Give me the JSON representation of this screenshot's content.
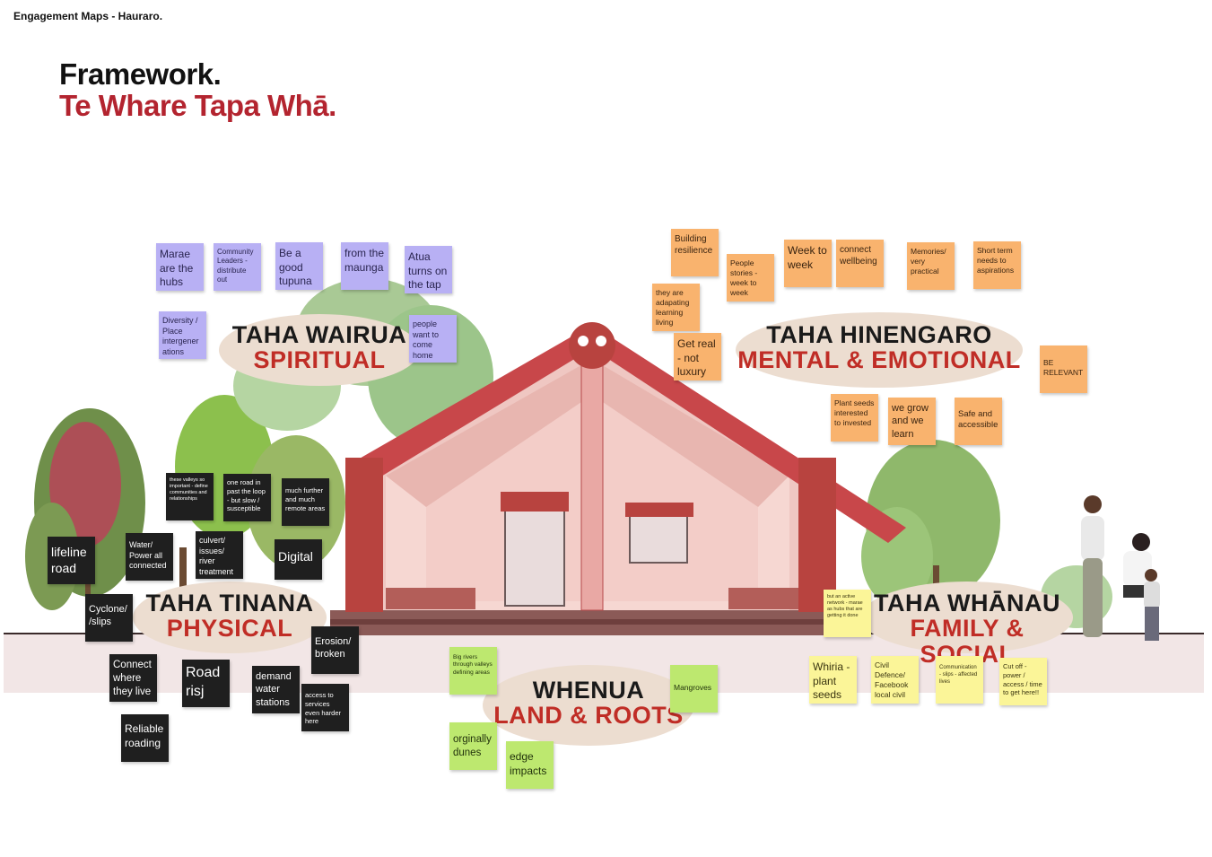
{
  "page": {
    "title": "Engagement Maps - Hauraro."
  },
  "framework": {
    "title": "Framework.",
    "subtitle": "Te Whare Tapa Whā."
  },
  "banners": {
    "wairua": {
      "en": "TAHA WAIRUA",
      "mi": "SPIRITUAL"
    },
    "hinengaro": {
      "en": "TAHA HINENGARO",
      "mi": "MENTAL & EMOTIONAL"
    },
    "tinana": {
      "en": "TAHA TINANA",
      "mi": "PHYSICAL"
    },
    "whanau": {
      "en": "TAHA WHĀNAU",
      "mi": "FAMILY & SOCIAL"
    },
    "whenua": {
      "en": "WHENUA",
      "mi": "LAND & ROOTS"
    }
  },
  "notes": {
    "purple": [
      "Marae are the hubs",
      "Community Leaders - distribute out",
      "Be a good tupuna",
      "from the maunga",
      "Atua turns on the tap",
      "Diversity / Place intergener ations",
      "people want to come home"
    ],
    "orange": [
      "Building resilience",
      "they are adapating learning living",
      "Get real - not luxury",
      "People stories - week to week",
      "Week to week",
      "connect wellbeing",
      "Memories/ very practical",
      "Short term needs to aspirations",
      "BE RELEVANT",
      "Plant seeds interested to invested",
      "we grow and we learn",
      "Safe and accessible"
    ],
    "black": [
      "these valleys so important - define communities and relationships",
      "one road in past the loop - but slow / susceptible",
      "much further and much remote areas",
      "lifeline road",
      "Water/ Power all connected",
      "culvert/ issues/ river treatment",
      "Digital",
      "Cyclone/ /slips",
      "Erosion/ broken",
      "Connect where they live",
      "Road risj",
      "demand water stations",
      "access to services even harder here",
      "Reliable roading"
    ],
    "yellow": [
      "but an active network - marae as hubs that are getting it done",
      "Whiria - plant seeds",
      "Civil Defence/ Facebook local civil",
      "Communication - slips - affected lives",
      "Cut off - power / access / time to get here!!"
    ],
    "green": [
      "Big rivers through valleys defining areas",
      "Mangroves",
      "orginally dunes",
      "edge impacts"
    ]
  },
  "colors": {
    "accent_red": "#b3242f",
    "purple_note": "#b8b0f4",
    "orange_note": "#f9b36e",
    "black_note": "#1f1f1f",
    "yellow_note": "#fbf598",
    "green_note": "#bde86f",
    "wharenui_wall": "#efc7c2",
    "carving_red": "#c8474a"
  }
}
